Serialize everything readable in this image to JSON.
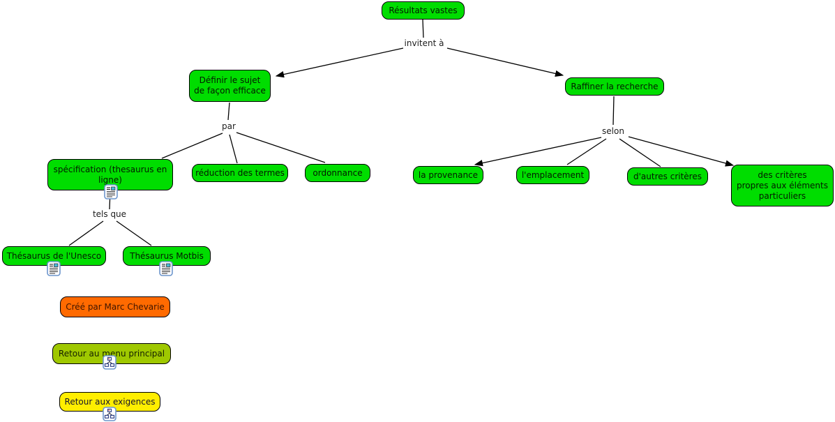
{
  "diagram": {
    "title": "Concept map: Résultats vastes",
    "nodes": {
      "resultats": "Résultats vastes",
      "definir": "Définir le sujet\nde façon efficace",
      "specification": "spécification (thesaurus en\nligne)",
      "reduction": "réduction des termes",
      "ordonnance": "ordonnance",
      "raffiner": "Raffiner la recherche",
      "provenance": "la provenance",
      "emplacement": "l'emplacement",
      "autres_criteres": "d'autres critères",
      "criteres_particuliers": "des critères\npropres aux éléments\nparticuliers",
      "unesco": "Thésaurus de l'Unesco",
      "motbis": "Thésaurus Motbis",
      "cree_par": "Créé par Marc Chevarie",
      "retour_menu": "Retour au menu principal",
      "retour_exigences": "Retour aux exigences"
    },
    "link_labels": {
      "invitent": "invitent à",
      "par": "par",
      "selon": "selon",
      "tels_que": "tels que"
    },
    "icons": {
      "resource": "document-resource-icon",
      "cmap_link": "concept-map-link-icon"
    },
    "colors": {
      "node_green": "#00dd00",
      "node_orange": "#ff6a00",
      "node_olive": "#9fc800",
      "node_yellow": "#ffee00",
      "node_border": "#000000",
      "line": "#000000",
      "icon_border": "#6d96cc"
    }
  }
}
